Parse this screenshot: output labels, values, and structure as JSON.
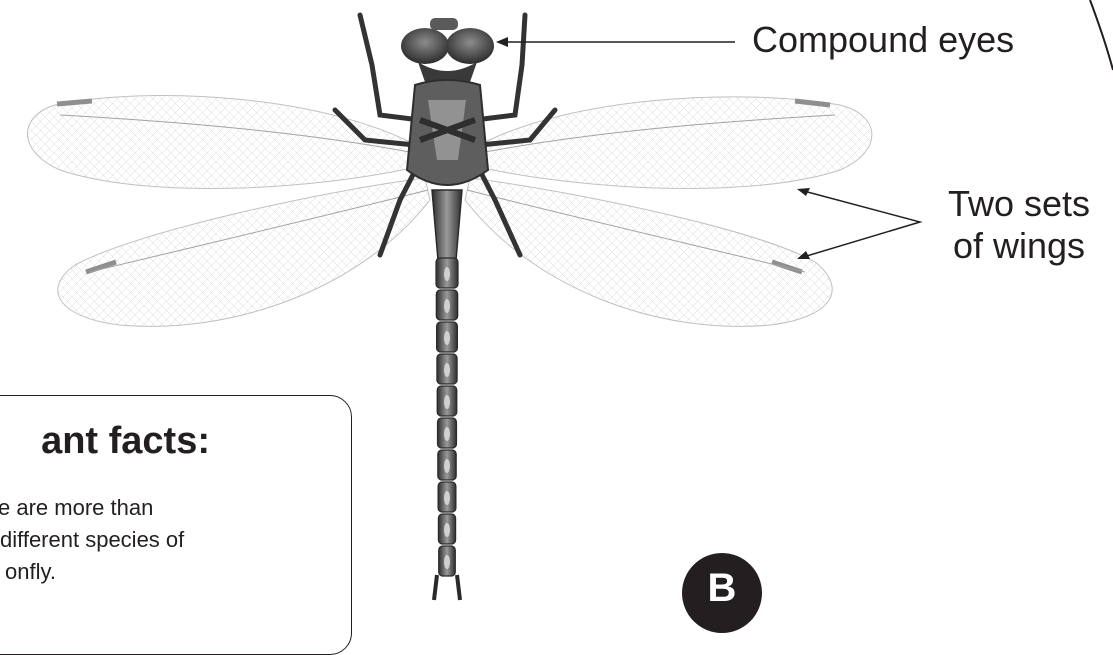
{
  "labels": {
    "compound_eyes": "Compound eyes",
    "wings_line1": "Two sets",
    "wings_line2": "of wings"
  },
  "facts": {
    "title": "ant facts:",
    "lines": [
      "e are more than",
      "different species of",
      "onfly."
    ]
  },
  "badge": "B",
  "colors": {
    "ink": "#231f20",
    "wing_tip": "#8a8a8a",
    "body_dark": "#3a3a3a",
    "body_light": "#b8b8b8"
  }
}
